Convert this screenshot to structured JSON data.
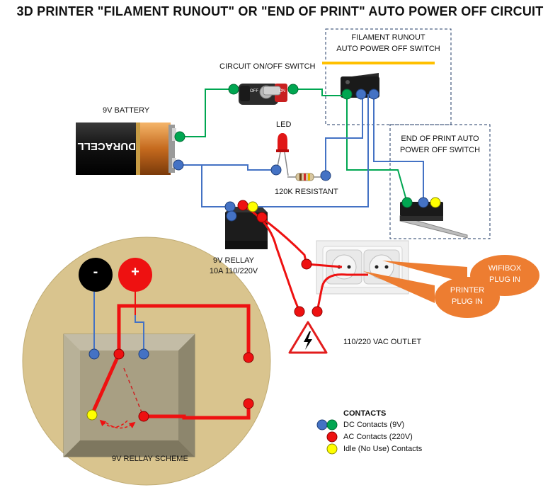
{
  "title": "3D PRINTER \"FILAMENT RUNOUT\" OR \"END OF PRINT\" AUTO POWER OFF CIRCUIT",
  "labels": {
    "battery": "9V BATTERY",
    "battery_brand": "DURACELL",
    "circuit_switch": "CIRCUIT ON/OFF SWITCH",
    "switch_off": "OFF",
    "switch_on": "ON",
    "filament_switch_line1": "FILAMENT RUNOUT",
    "filament_switch_line2": "AUTO POWER OFF SWITCH",
    "led": "LED",
    "resistor": "120K RESISTANT",
    "end_switch_line1": "END OF PRINT AUTO",
    "end_switch_line2": "POWER OFF SWITCH",
    "relay_line1": "9V RELLAY",
    "relay_line2": "10A 110/220V",
    "outlet": "110/220 VAC OUTLET",
    "wifibox_line1": "WIFIBOX",
    "wifibox_line2": "PLUG IN",
    "printer_line1": "PRINTER",
    "printer_line2": "PLUG IN",
    "minus": "-",
    "plus": "+",
    "relay_scheme": "9V RELLAY SCHEME"
  },
  "legend": {
    "title": "CONTACTS",
    "items": [
      {
        "label": "DC Contacts (9V)"
      },
      {
        "label": "AC Contacts (220V)"
      },
      {
        "label": "Idle (No Use) Contacts"
      }
    ]
  },
  "colors": {
    "dc_blue": "#4472c4",
    "dc_green": "#00a651",
    "ac_red": "#ee1111",
    "idle_yellow": "#ffff00",
    "callout_orange": "#ed7d31",
    "scheme_bg": "#d9c48e",
    "dashed_box": "#1f3864",
    "lever_yellow": "#ffc000"
  }
}
